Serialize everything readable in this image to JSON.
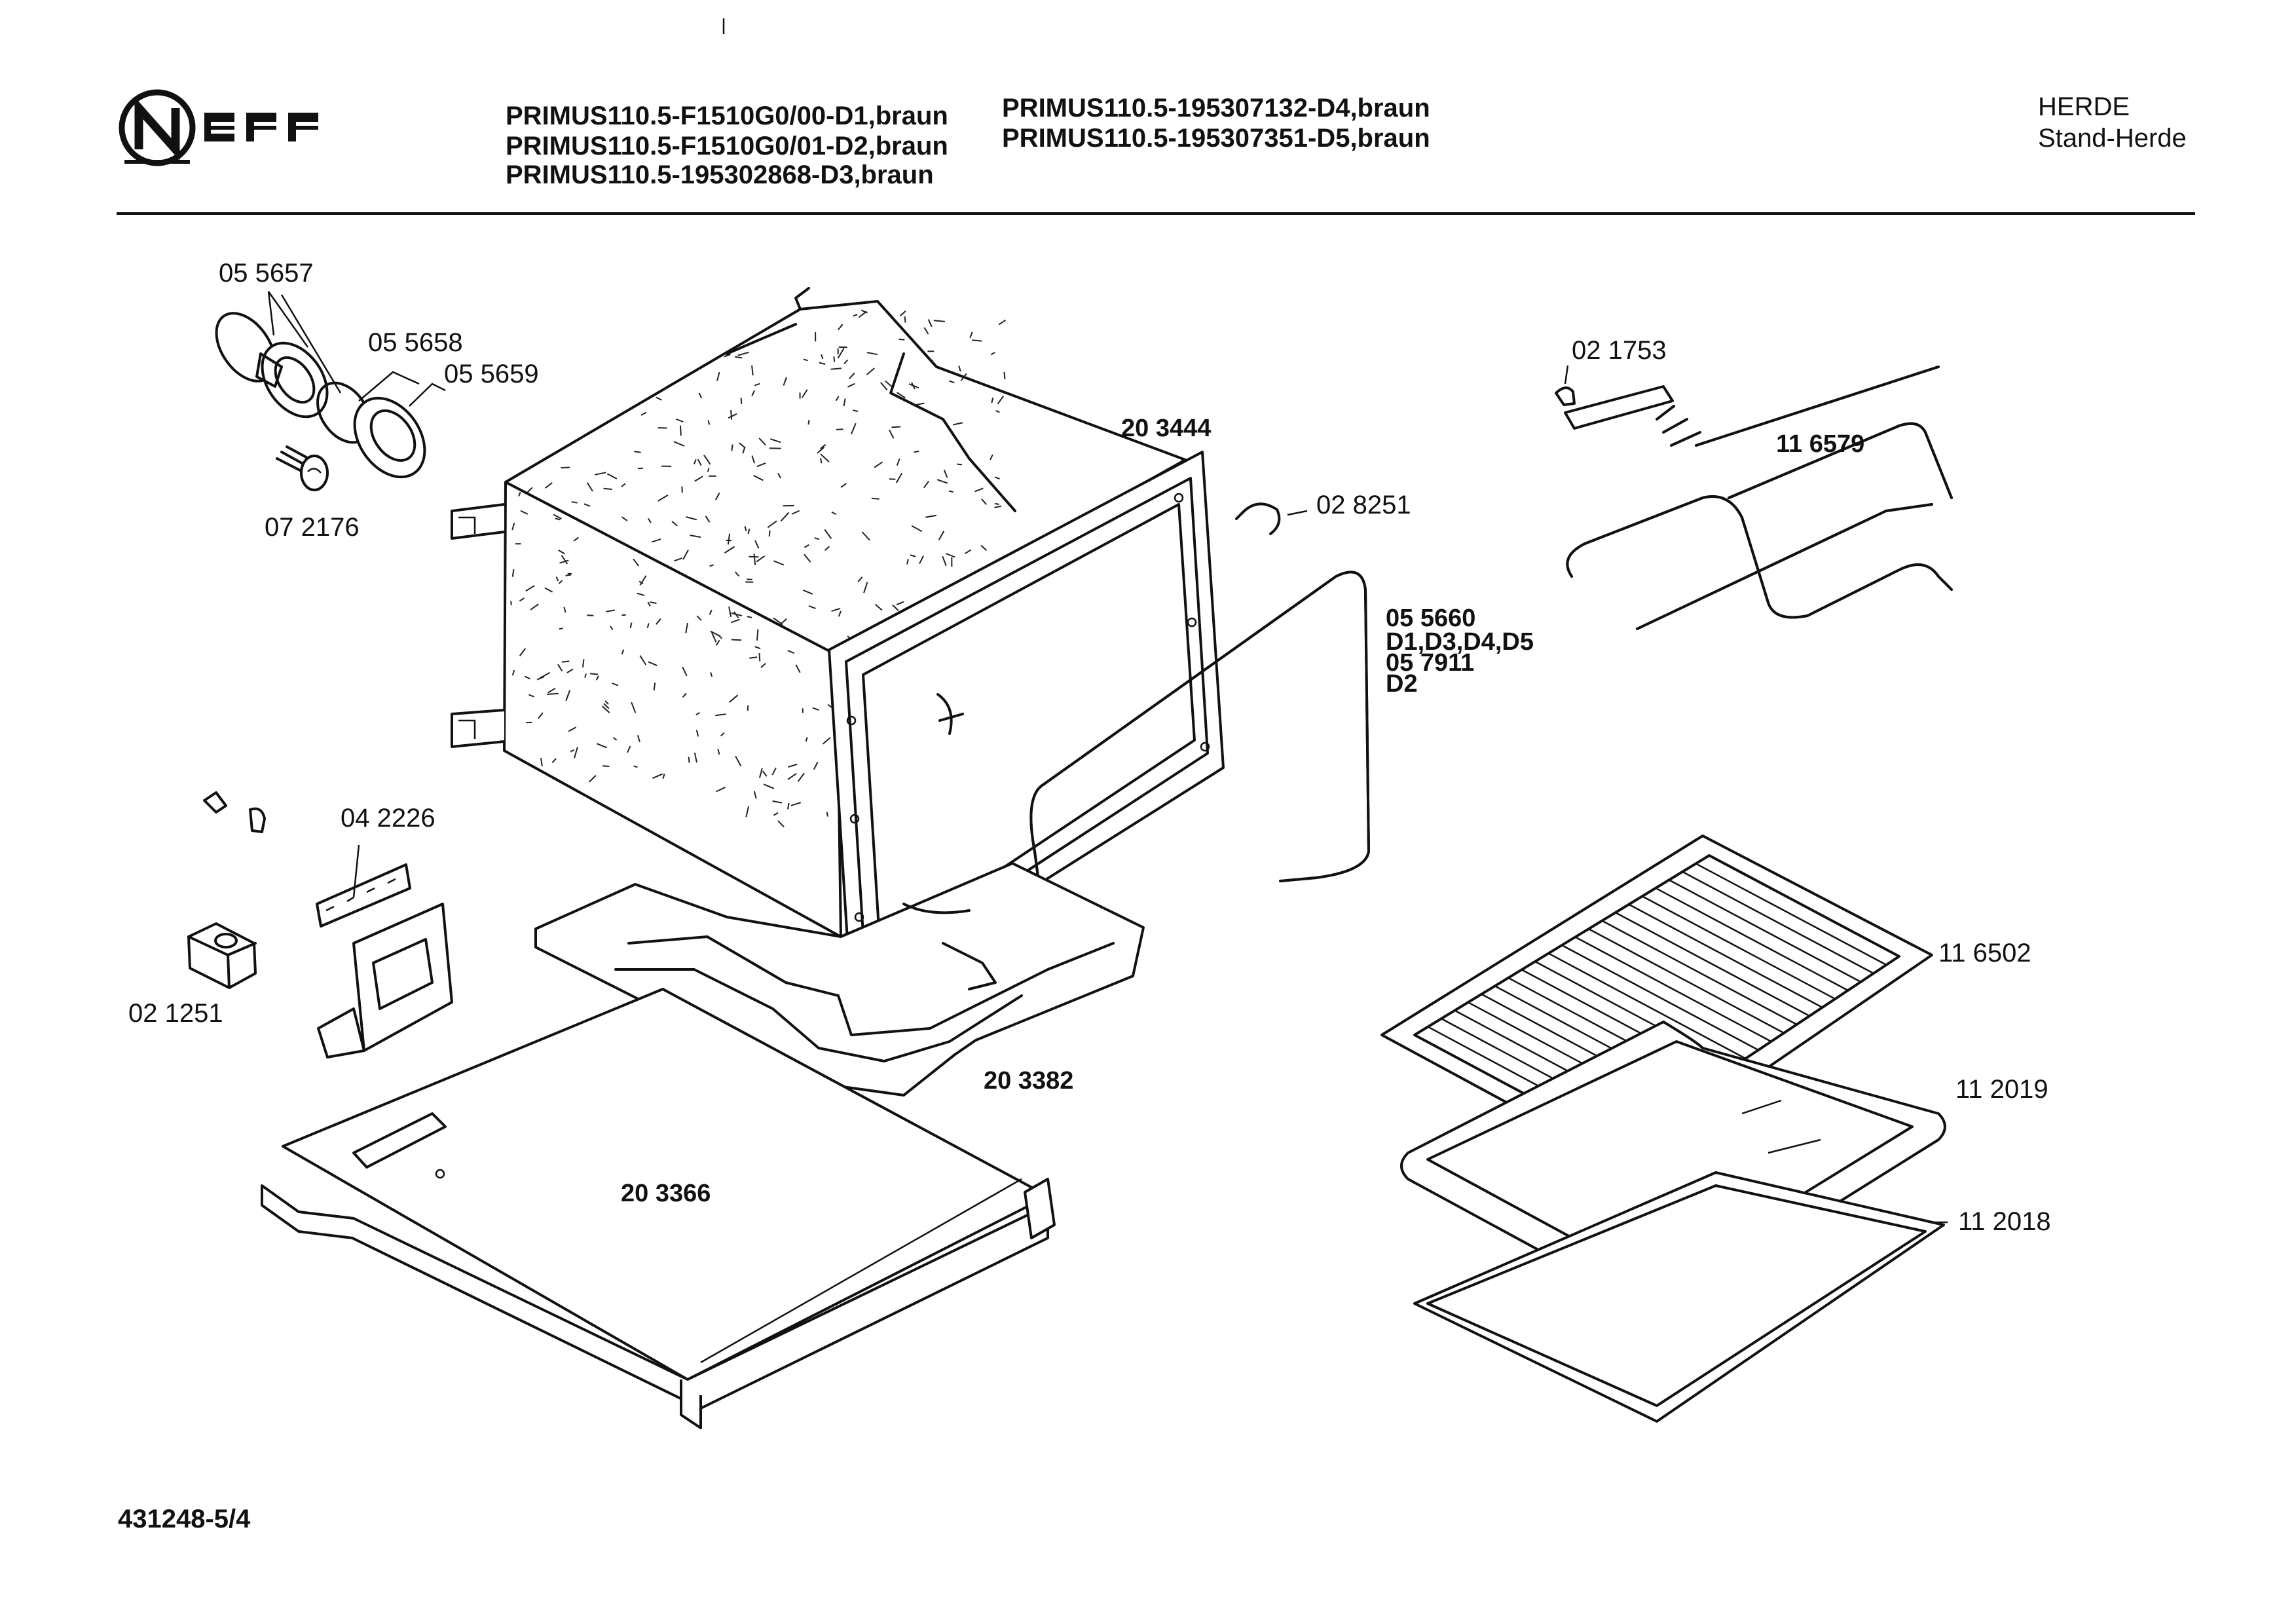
{
  "brand": {
    "name": "NEFF"
  },
  "header": {
    "models": [
      "PRIMUS110.5-F1510G0/00-D1,braun",
      "PRIMUS110.5-F1510G0/01-D2,braun",
      "PRIMUS110.5-195302868-D3,braun",
      "PRIMUS110.5-195307132-D4,braun",
      "PRIMUS110.5-195307351-D5,braun"
    ],
    "category": "HERDE",
    "subcategory": "Stand-Herde"
  },
  "parts": {
    "p055657": "05 5657",
    "p055658": "05 5658",
    "p055659": "05 5659",
    "p072176": "07 2176",
    "p203444": "20 3444",
    "p028251": "02 8251",
    "p021753": "02 1753",
    "p116579": "11 6579",
    "p055660": "05 5660",
    "p055660_variants": "D1,D3,D4,D5",
    "p057911": "05 7911",
    "p057911_variants": "D2",
    "p042226": "04 2226",
    "p021251": "02 1251",
    "p203382": "20 3382",
    "p203366": "20 3366",
    "p116502": "11 6502",
    "p112019": "11 2019",
    "p112018": "11 2018"
  },
  "footer": {
    "doc_number": "431248-5/4"
  }
}
